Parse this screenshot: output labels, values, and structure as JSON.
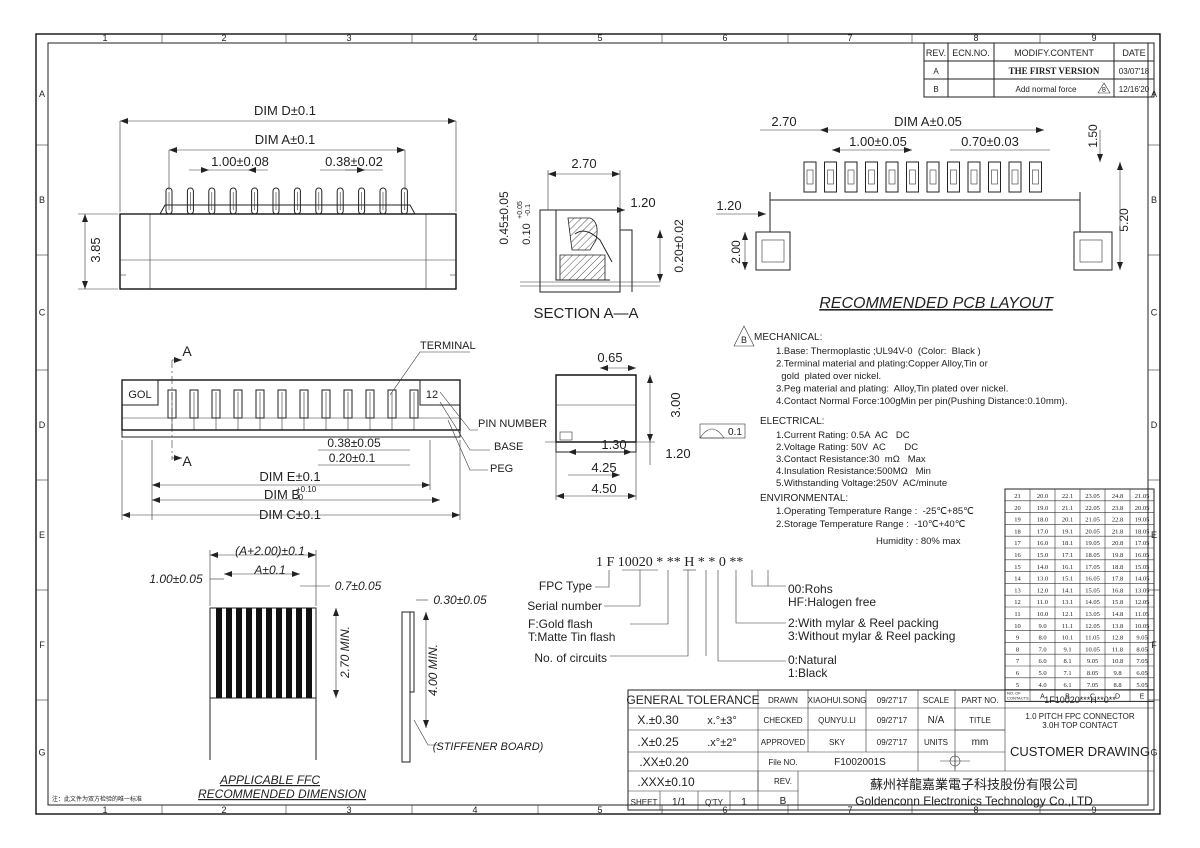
{
  "frame": {
    "col_labels": [
      "1",
      "2",
      "3",
      "4",
      "5",
      "6",
      "7",
      "8",
      "9"
    ],
    "row_labels": [
      "A",
      "B",
      "C",
      "D",
      "E",
      "F",
      "G"
    ]
  },
  "revision_table": {
    "headers": [
      "REV.",
      "ECN.NO.",
      "MODIFY.CONTENT",
      "DATE"
    ],
    "rows": [
      {
        "rev": "A",
        "ecn": "",
        "content": "THE FIRST VERSION",
        "date": "03/07'18"
      },
      {
        "rev": "B",
        "ecn": "",
        "content": "Add  normal  force",
        "date": "12/16'20"
      }
    ],
    "rev_triangle": "B"
  },
  "top_view": {
    "dim_d": "DIM D±0.1",
    "dim_a": "DIM A±0.1",
    "pitch": "1.00±0.08",
    "width": "0.38±0.02",
    "height": "3.85"
  },
  "section_view": {
    "title": "SECTION A—A",
    "d270": "2.70",
    "d120": "1.20",
    "d045": "0.45±0.05",
    "d010": "0.10",
    "d010_tol_up": "+0.05",
    "d010_tol_dn": "-0.1",
    "d020": "0.20±0.02"
  },
  "pcb_layout": {
    "title": "RECOMMENDED PCB LAYOUT",
    "d270": "2.70",
    "dim_a": "DIM A±0.05",
    "pitch": "1.00±0.05",
    "pad": "0.70±0.03",
    "d150": "1.50",
    "d120": "1.20",
    "d200": "2.00",
    "d520": "5.20"
  },
  "front_view": {
    "section_mark": "A",
    "section_mark_bottom": "A",
    "pin_left": "GOL",
    "pin_right": "12",
    "terminal": "TERMINAL",
    "pin_number": "PIN NUMBER",
    "base": "BASE",
    "peg": "PEG",
    "d038": "0.38±0.05",
    "d020": "0.20±0.1",
    "dim_e": "DIM E±0.1",
    "dim_b": "DIM B",
    "dim_b_up": "+0.10",
    "dim_b_dn": "-0",
    "dim_c": "DIM C±0.1"
  },
  "side_view": {
    "d065": "0.65",
    "d300": "3.00",
    "d130": "1.30",
    "d425": "4.25",
    "d450": "4.50",
    "d120": "1.20",
    "flatness": "0.1"
  },
  "notes": {
    "rev_mark": "B",
    "mechanical_title": "MECHANICAL:",
    "mechanical": [
      "1.Base: Thermoplastic ;UL94V-0  (Color:  Black )",
      "2.Terminal material and plating:Copper Alloy,Tin or",
      "  gold  plated over nickel.",
      "3.Peg material and plating:  Alloy,Tin plated over nickel.",
      "4.Contact Normal Force:100gMin per pin(Pushing Distance:0.10mm)."
    ],
    "electrical_title": "ELECTRICAL:",
    "electrical": [
      "1.Current Rating: 0.5A  AC   DC",
      "2.Voltage Rating: 50V  AC       DC",
      "3.Contact Resistance:30  mΩ   Max",
      "4.Insulation Resistance:500MΩ   Min",
      "5.Withstanding Voltage:250V  AC/minute"
    ],
    "environmental_title": "ENVIRONMENTAL:",
    "environmental": [
      "1.Operating Temperature Range :  -25℃+85℃",
      "2.Storage Temperature Range :  -10℃+40℃",
      "Humidity :  80% max"
    ]
  },
  "ffc": {
    "d_a200": "(A+2.00)±0.1",
    "d_a": "A±0.1",
    "d100": "1.00±0.05",
    "d070": "0.7±0.05",
    "d030": "0.30±0.05",
    "d270": "2.70 MIN.",
    "d400": "4.00 MIN.",
    "stiffener": "(STIFFENER BOARD)",
    "title1": "APPLICABLE FFC",
    "title2": "RECOMMENDED DIMENSION"
  },
  "part_number": {
    "code": "1 F 10020 * ** H * * 0 **",
    "left_labels": [
      "FPC Type",
      "Serial number",
      "F:Gold flash",
      "T:Matte Tin flash",
      "No. of circuits"
    ],
    "right_labels": [
      "00:Rohs",
      "HF:Halogen free",
      "2:With mylar & Reel packing",
      "3:Without mylar & Reel packing",
      "0:Natural",
      "1:Black"
    ]
  },
  "dim_table": {
    "headers": [
      "NO. OF CONTACTS",
      "A",
      "B",
      "C",
      "D",
      "E"
    ],
    "rows": [
      [
        "21",
        "20.0",
        "22.1",
        "23.05",
        "24.8",
        "21.05"
      ],
      [
        "20",
        "19.0",
        "21.1",
        "22.05",
        "23.8",
        "20.05"
      ],
      [
        "19",
        "18.0",
        "20.1",
        "21.05",
        "22.8",
        "19.05"
      ],
      [
        "18",
        "17.0",
        "19.1",
        "20.05",
        "21.8",
        "18.05"
      ],
      [
        "17",
        "16.0",
        "18.1",
        "19.05",
        "20.8",
        "17.05"
      ],
      [
        "16",
        "15.0",
        "17.1",
        "18.05",
        "19.8",
        "16.05"
      ],
      [
        "15",
        "14.0",
        "16.1",
        "17.05",
        "18.8",
        "15.05"
      ],
      [
        "14",
        "13.0",
        "15.1",
        "16.05",
        "17.8",
        "14.05"
      ],
      [
        "13",
        "12.0",
        "14.1",
        "15.05",
        "16.8",
        "13.05"
      ],
      [
        "12",
        "11.0",
        "13.1",
        "14.05",
        "15.8",
        "12.05"
      ],
      [
        "11",
        "10.0",
        "12.1",
        "13.05",
        "14.8",
        "11.05"
      ],
      [
        "10",
        "9.0",
        "11.1",
        "12.05",
        "13.8",
        "10.05"
      ],
      [
        "9",
        "8.0",
        "10.1",
        "11.05",
        "12.8",
        "9.05"
      ],
      [
        "8",
        "7.0",
        "9.1",
        "10.05",
        "11.8",
        "8.05"
      ],
      [
        "7",
        "6.0",
        "8.1",
        "9.05",
        "10.8",
        "7.05"
      ],
      [
        "6",
        "5.0",
        "7.1",
        "8.05",
        "9.8",
        "6.05"
      ],
      [
        "5",
        "4.0",
        "6.1",
        "7.05",
        "8.8",
        "5.05"
      ]
    ]
  },
  "title_block": {
    "general_tolerance": "GENERAL TOLERANCE",
    "tol_rows": [
      [
        "X.±0.30",
        "x.°±3°"
      ],
      [
        ".X±0.25",
        ".x°±2°"
      ],
      [
        ".XX±0.20",
        ""
      ],
      [
        ".XXX±0.10",
        ""
      ]
    ],
    "drawn_label": "DRAWN",
    "drawn_name": "XIAOHUI.SONG",
    "drawn_date": "09/27'17",
    "checked_label": "CHECKED",
    "checked_name": "QUNYU.LI",
    "checked_date": "09/27'17",
    "approved_label": "APPROVED",
    "approved_name": "SKY",
    "approved_date": "09/27'17",
    "scale_label": "SCALE",
    "scale_value": "N/A",
    "title_label": "TITLE",
    "units_label": "UNITS",
    "units_value": "mm",
    "part_no_label": "PART NO.",
    "part_no": "1F10020***H**0**",
    "title_line1": "1.0  PITCH  FPC  CONNECTOR",
    "title_line2": "3.0H  TOP  CONTACT",
    "file_no_label": "File  NO.",
    "file_no": "F1002001S",
    "rev_label": "REV.",
    "rev_value": "B",
    "customer": "CUSTOMER  DRAWING",
    "company_cn": "蘇州祥龍嘉業電子科技股份有限公司",
    "company_en": "Goldenconn  Electronics  Technology  Co.,LTD",
    "sheet_label": "SHEET",
    "sheet_value": "1/1",
    "qty_label": "Q'TY",
    "qty_value": "1",
    "footer_note": "注：此文件为双方检验的唯一标准"
  }
}
